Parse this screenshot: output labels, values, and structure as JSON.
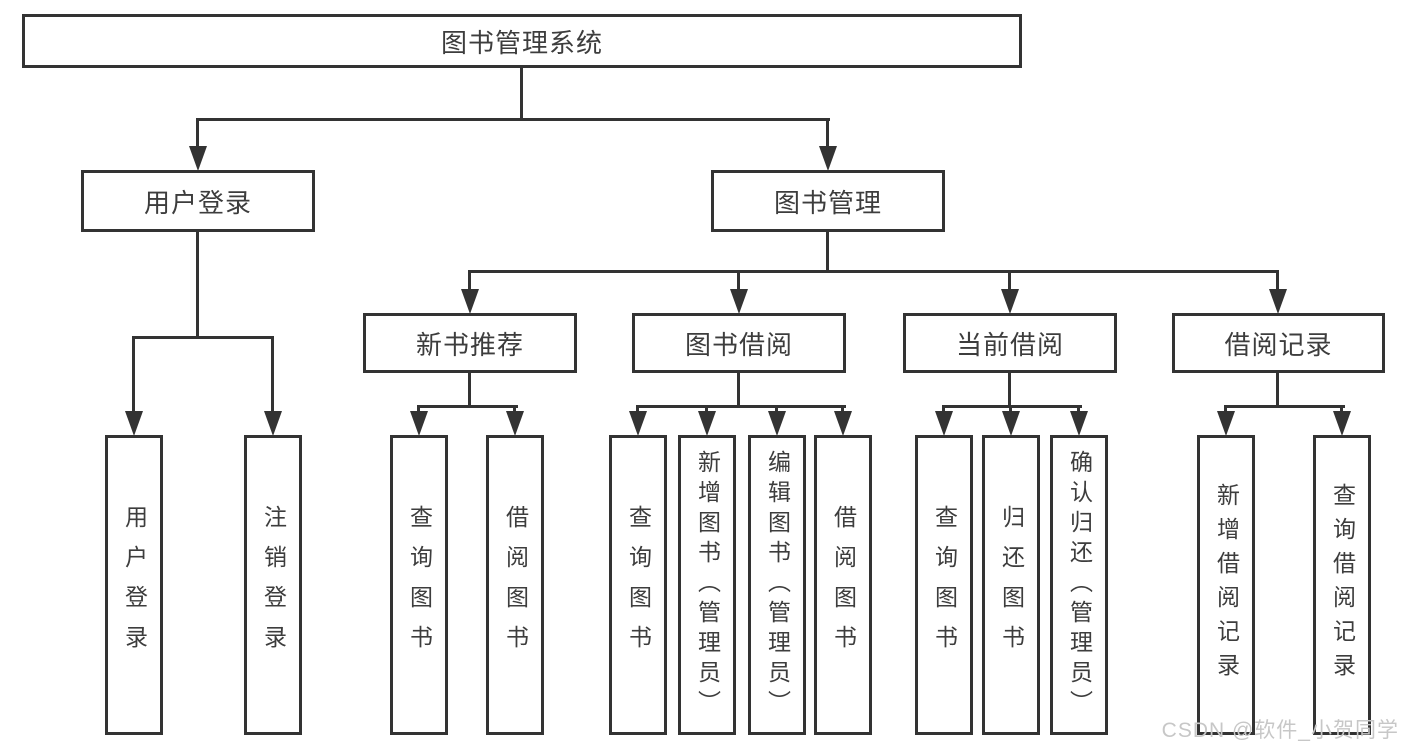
{
  "diagram": {
    "title": "图书管理系统",
    "watermark": "CSDN @软件_小贺同学",
    "colors": {
      "line": "#333333",
      "text": "#3d3d3d",
      "background": "#ffffff",
      "watermark": "#c7c7c7"
    },
    "tree": {
      "label": "图书管理系统",
      "children": [
        {
          "label": "用户登录",
          "children": [
            {
              "label": "用户登录"
            },
            {
              "label": "注销登录"
            }
          ]
        },
        {
          "label": "图书管理",
          "children": [
            {
              "label": "新书推荐",
              "children": [
                {
                  "label": "查询图书"
                },
                {
                  "label": "借阅图书"
                }
              ]
            },
            {
              "label": "图书借阅",
              "children": [
                {
                  "label": "查询图书"
                },
                {
                  "label": "新增图书（管理员）"
                },
                {
                  "label": "编辑图书（管理员）"
                },
                {
                  "label": "借阅图书"
                }
              ]
            },
            {
              "label": "当前借阅",
              "children": [
                {
                  "label": "查询图书"
                },
                {
                  "label": "归还图书"
                },
                {
                  "label": "确认归还（管理员）"
                }
              ]
            },
            {
              "label": "借阅记录",
              "children": [
                {
                  "label": "新增借阅记录"
                },
                {
                  "label": "查询借阅记录"
                }
              ]
            }
          ]
        }
      ]
    }
  }
}
